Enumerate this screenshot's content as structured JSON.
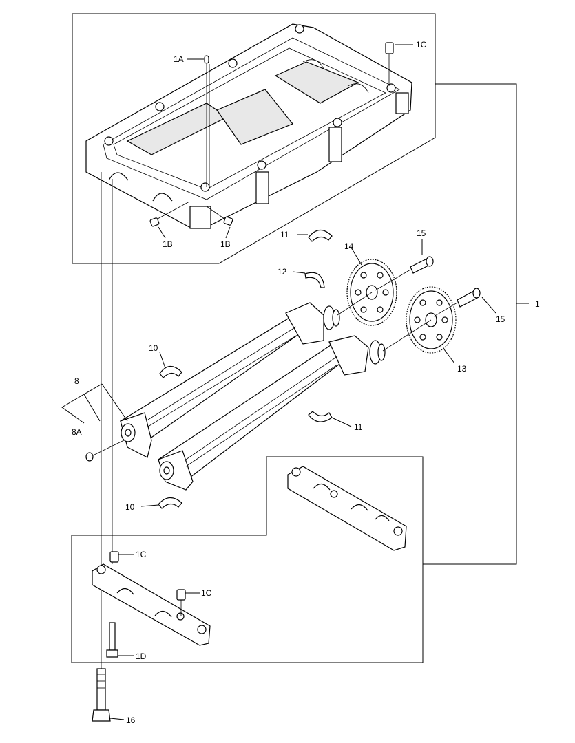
{
  "callouts": {
    "c1": "1",
    "c1A": "1A",
    "c1B_left": "1B",
    "c1B_right": "1B",
    "c1C_top": "1C",
    "c1C_mid": "1C",
    "c1C_low": "1C",
    "c1D": "1D",
    "c8": "8",
    "c8A": "8A",
    "c10_top": "10",
    "c10_bottom": "10",
    "c11_top": "11",
    "c11_bottom": "11",
    "c12": "12",
    "c13": "13",
    "c14": "14",
    "c15_top": "15",
    "c15_right": "15",
    "c16": "16"
  },
  "colors": {
    "line": "#000000",
    "background": "#ffffff"
  }
}
